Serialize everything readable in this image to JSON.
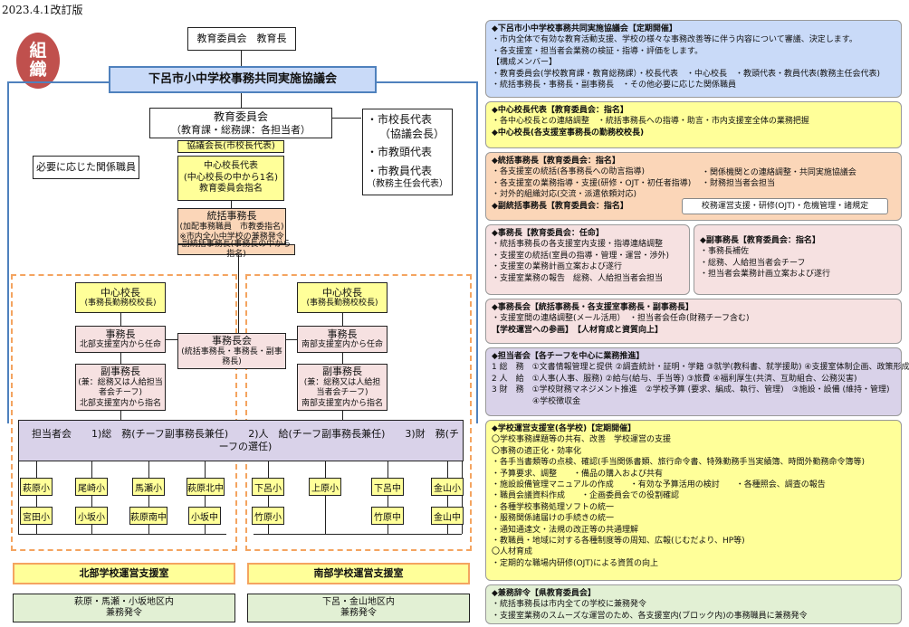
{
  "revision": "2023.4.1改訂版",
  "badge": "組\n織",
  "badge_chars": [
    "組",
    "織"
  ],
  "org": {
    "top": "教育委員会　教育長",
    "council": "下呂市小中学校事務共同実施協議会",
    "board_line1": "教育委員会",
    "board_line2": "（教育課・総務課：各担当者）",
    "chair": "協議会長(市校長代表)",
    "central_rep_l1": "中心校長代表",
    "central_rep_l2": "(中心校長の中から1名)",
    "central_rep_l3": "教育委員会指名",
    "right_members": [
      "・市校長代表",
      "（協議会長）",
      "・市教頭代表",
      "・市教員代表",
      "（教務主任会代表）"
    ],
    "related": "必要に応じた関係職員",
    "chief_l1": "統括事務長",
    "chief_l2": "(加配事務職員　市教委指名)",
    "chief_l3": "※市内全小中学校の兼務発令",
    "vice_chief": "副統括事務長(事務長の中から指名)",
    "north_principal_l1": "中心校長",
    "north_principal_l2": "(事務長勤務校校長)",
    "south_principal_l1": "中心校長",
    "south_principal_l2": "(事務長勤務校校長)",
    "north_head_l1": "事務長",
    "north_head_l2": "北部支援室内から任命",
    "south_head_l1": "事務長",
    "south_head_l2": "南部支援室内から任命",
    "heads_meeting_l1": "事務長会",
    "heads_meeting_l2": "(統括事務長・事務長・副事務長)",
    "north_vice_l1": "副事務長",
    "north_vice_l2": "(兼：総務又は人給担当",
    "north_vice_l3": "者会チーフ)",
    "north_vice_l4": "北部支援室内から指名",
    "south_vice_l1": "副事務長",
    "south_vice_l2": "(兼：総務又は人給担",
    "south_vice_l3": "当者会チーフ)",
    "south_vice_l4": "南部支援室内から指名",
    "staff_meeting": "担当者会　　1)総　務(チーフ副事務長兼任)　　2)人　給(チーフ副事務長兼任)　　3)財　務(チーフの選任)",
    "north_schools_row1": [
      "萩原小",
      "尾崎小",
      "馬瀬小",
      "萩原北中"
    ],
    "north_schools_row2": [
      "宮田小",
      "小坂小",
      "萩原南中",
      "小坂中"
    ],
    "south_schools_row1": [
      "下呂小",
      "上原小",
      "下呂中",
      "金山小"
    ],
    "south_schools_row2": [
      "竹原小",
      "竹原中",
      "金山中"
    ],
    "north_support": "北部学校運営支援室",
    "south_support": "南部学校運営支援室",
    "north_area_l1": "萩原・馬瀬・小坂地区内",
    "north_area_l2": "兼務発令",
    "south_area_l1": "下呂・金山地区内",
    "south_area_l2": "兼務発令"
  },
  "panels": {
    "p1": [
      "◆下呂市小中学校事務共同実施協議会【定期開催】",
      "・市内全体で有効な教育活動支援、学校の様々な事務改善等に伴う内容について審議、決定します。",
      "・各支援室・担当者会業務の検証・指導・評価をします。",
      "【構成メンバー】",
      "・教育委員会(学校教育課・教育総務課）・校長代表　・中心校長　・教頭代表・教員代表(教務主任会代表)",
      "・統括事務長・事務長・副事務長　・その他必要に応じた関係職員"
    ],
    "p2": [
      "◆中心校長代表【教育委員会：指名】",
      "・各中心校長との連絡調整　・統括事務長への指導・助言・市内支援室全体の業務把握",
      "◆中心校長(各支援室事務長の勤務校校長)"
    ],
    "p3_left": [
      "◆統括事務長【教育委員会：指名】",
      "・各支援室の統括(各事務長への助言指導)",
      "・各支援室の業務指導・支援(研修・OJT・初任者指導)",
      "・対外的組織対応(交流・派遣依頼対応)",
      "◆副統括事務長【教育委員会：指名】"
    ],
    "p3_right": [
      "・関係機関との連絡調整・共同実施協議会",
      "・財務担当者会担当"
    ],
    "p3_box": "校務運営支援・研修(OJT)・危機管理・諸規定",
    "p4_left": [
      "◆事務長【教育委員会：任命】",
      "・統括事務長の各支援室内支援・指導連絡調整",
      "・支援室の統括(室員の指導・管理・運営・渉外)",
      "・支援室の業務計画立案および遂行",
      "・支援室業務の報告　総務、人給担当者会担当"
    ],
    "p4_right": [
      "◆副事務長【教育委員会：指名】",
      "・事務長補佐",
      "・総務、人給担当者会チーフ",
      "・担当者会業務計画立案および遂行"
    ],
    "p5": [
      "◆事務長会【統括事務長・各支援室事務長・副事務長】",
      "・支援室間の連絡調整(メール活用）　・担当者会任命(財務チーフ含む)",
      "【学校運営への参画】　【人材育成と資質向上】"
    ],
    "p6": [
      "◆担当者会【各チーフを中心に業務推進】",
      "1 総　務　①文書情報管理と提供 ②調査統計・証明・学籍 ③就学(教科書、就学援助) ④支援室体制企画、政策形成",
      "2 人　給　①人事(人事、服務) ②給与(給与、手当等) ③旅費 ④福利厚生(共済、互助組合、公務災害)",
      "3 財　務　①学校財務マネジメント推進　②学校予算 (要求、編成、執行、管理)　③施設・設備 (維持・管理)",
      "　　　　　④学校徴収金"
    ],
    "p7": [
      "◆学校運営支援室(各学校)【定期開催】",
      "〇学校事務課題等の共有、改善　学校運営の支援",
      "〇事務の適正化・効率化",
      "・各手当書類等の点検、確認(手当関係書類、旅行命令書、特殊勤務手当実績簿、時間外勤務命令簿等)",
      "・予算要求、調整　　・備品の購入および共有",
      "・施設設備管理マニュアルの作成　　・有効な予算活用の検討　　・各種照会、調査の報告",
      "・職員会議資料作成　　・企画委員会での役割確認",
      "・各種学校事務処理ソフトの統一",
      "・服務関係諸届けの手続きの統一",
      "・通知通達文・法規の改正等の共通理解",
      "・教職員・地域に対する各種制度等の周知、広報(じむだより、HP等)",
      "〇人材育成",
      "・定期的な職場内研修(OJT)による資質の向上"
    ],
    "p8": [
      "◆兼務辞令【県教育委員会】",
      "・統括事務長は市内全ての学校に兼務発令",
      "・支援室業務のスムーズな運営のため、各支援室内(ブロック内)の事務職員に兼務発令"
    ]
  },
  "colors": {
    "blue_panel": "#c9daf8",
    "yellow": "#ffff99",
    "pink": "#f6e1e1",
    "orange": "#fbd6b8",
    "lavender": "#d9d2e9",
    "green": "#e2f0d4",
    "badge": "#c0504d",
    "dashed": "#f4a460",
    "line_blue": "#4f81bd"
  }
}
